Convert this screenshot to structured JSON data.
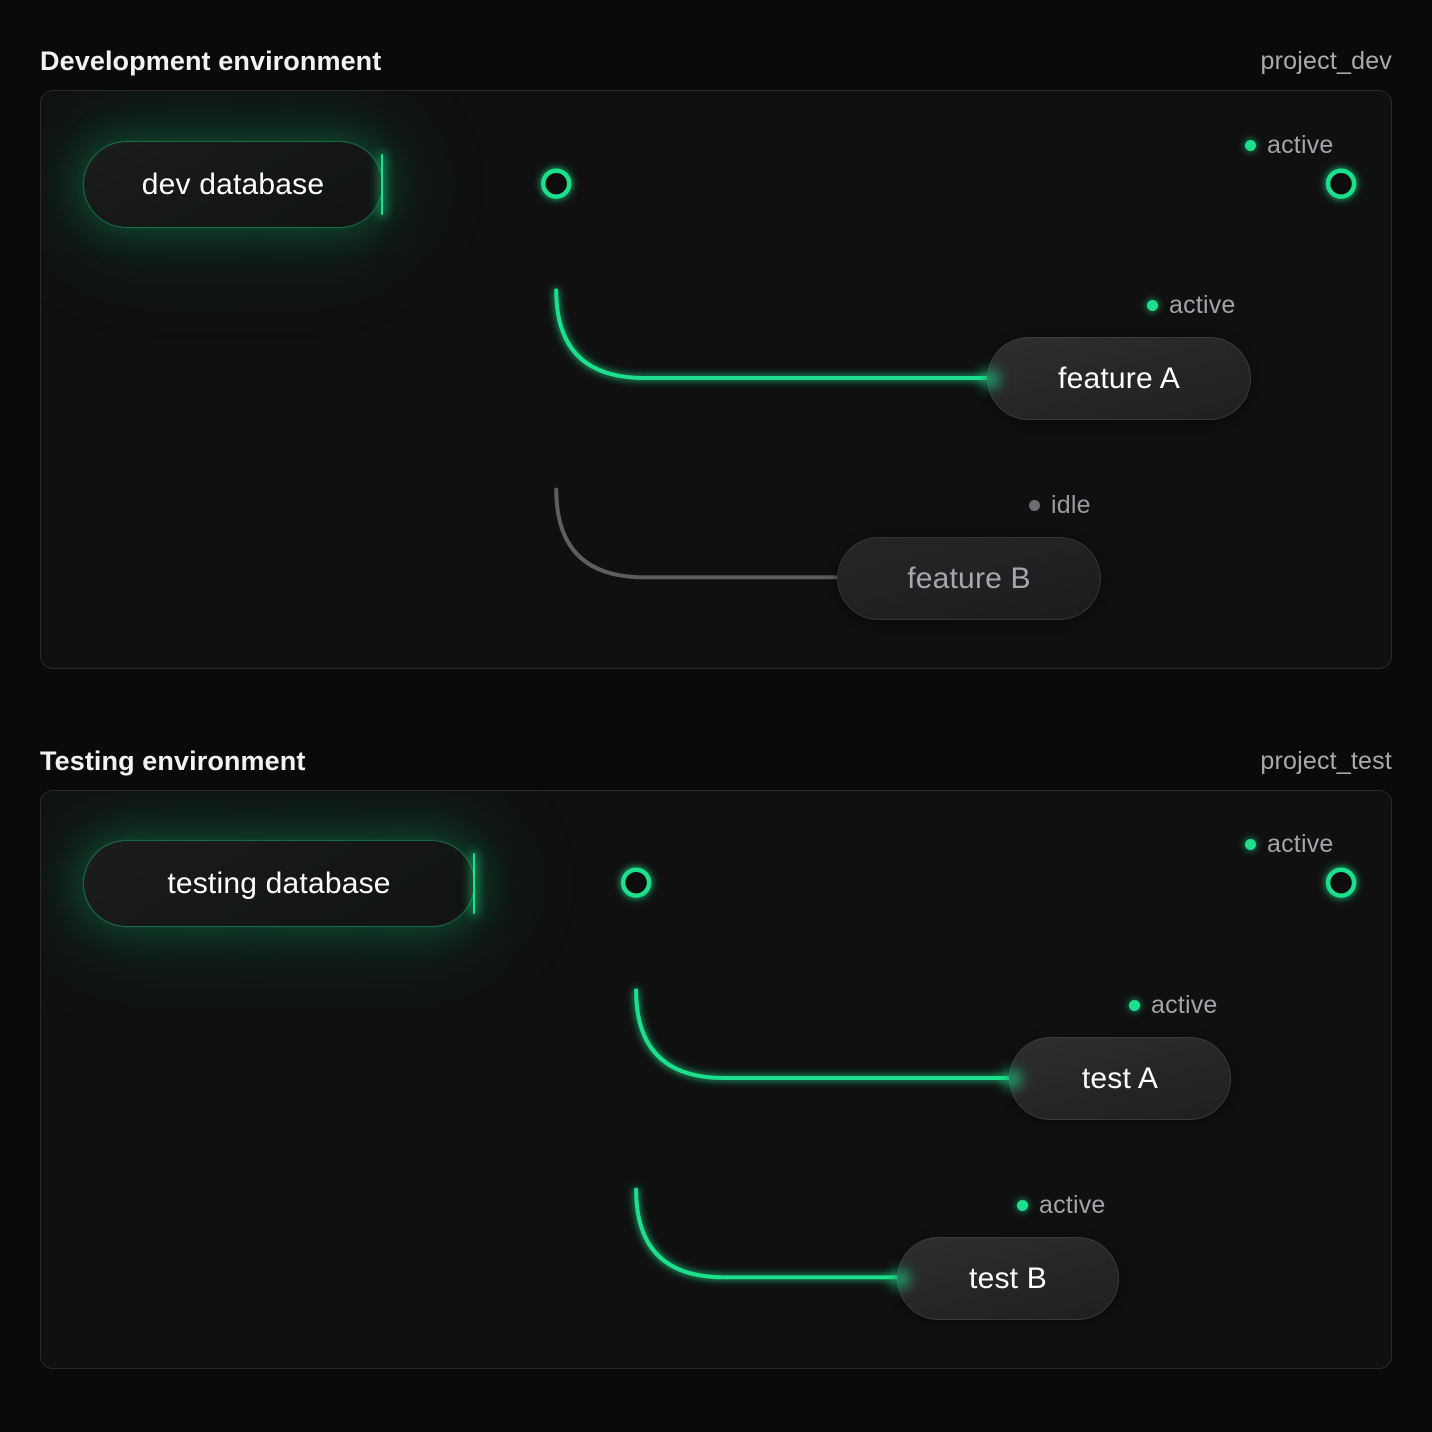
{
  "theme": {
    "background": "#0a0a0b",
    "panel_bg": "#101011",
    "panel_border": "#2a2a2d",
    "accent_green": "#1ee08c",
    "idle_gray": "#6c6c72",
    "text_primary": "#f2f2f3",
    "text_muted": "#a3a3a9"
  },
  "sections": [
    {
      "title": "Development environment",
      "project": "project_dev",
      "database": {
        "label": "dev database",
        "status": "active"
      },
      "trunk_status": "active",
      "endpoint": {
        "status": "active",
        "status_label": "active"
      },
      "services": [
        {
          "label": "feature A",
          "status": "active",
          "status_label": "active"
        },
        {
          "label": "feature B",
          "status": "idle",
          "status_label": "idle"
        }
      ]
    },
    {
      "title": "Testing environment",
      "project": "project_test",
      "database": {
        "label": "testing database",
        "status": "active"
      },
      "trunk_status": "active",
      "endpoint": {
        "status": "active",
        "status_label": "active"
      },
      "services": [
        {
          "label": "test A",
          "status": "active",
          "status_label": "active"
        },
        {
          "label": "test B",
          "status": "active",
          "status_label": "active"
        }
      ]
    }
  ]
}
